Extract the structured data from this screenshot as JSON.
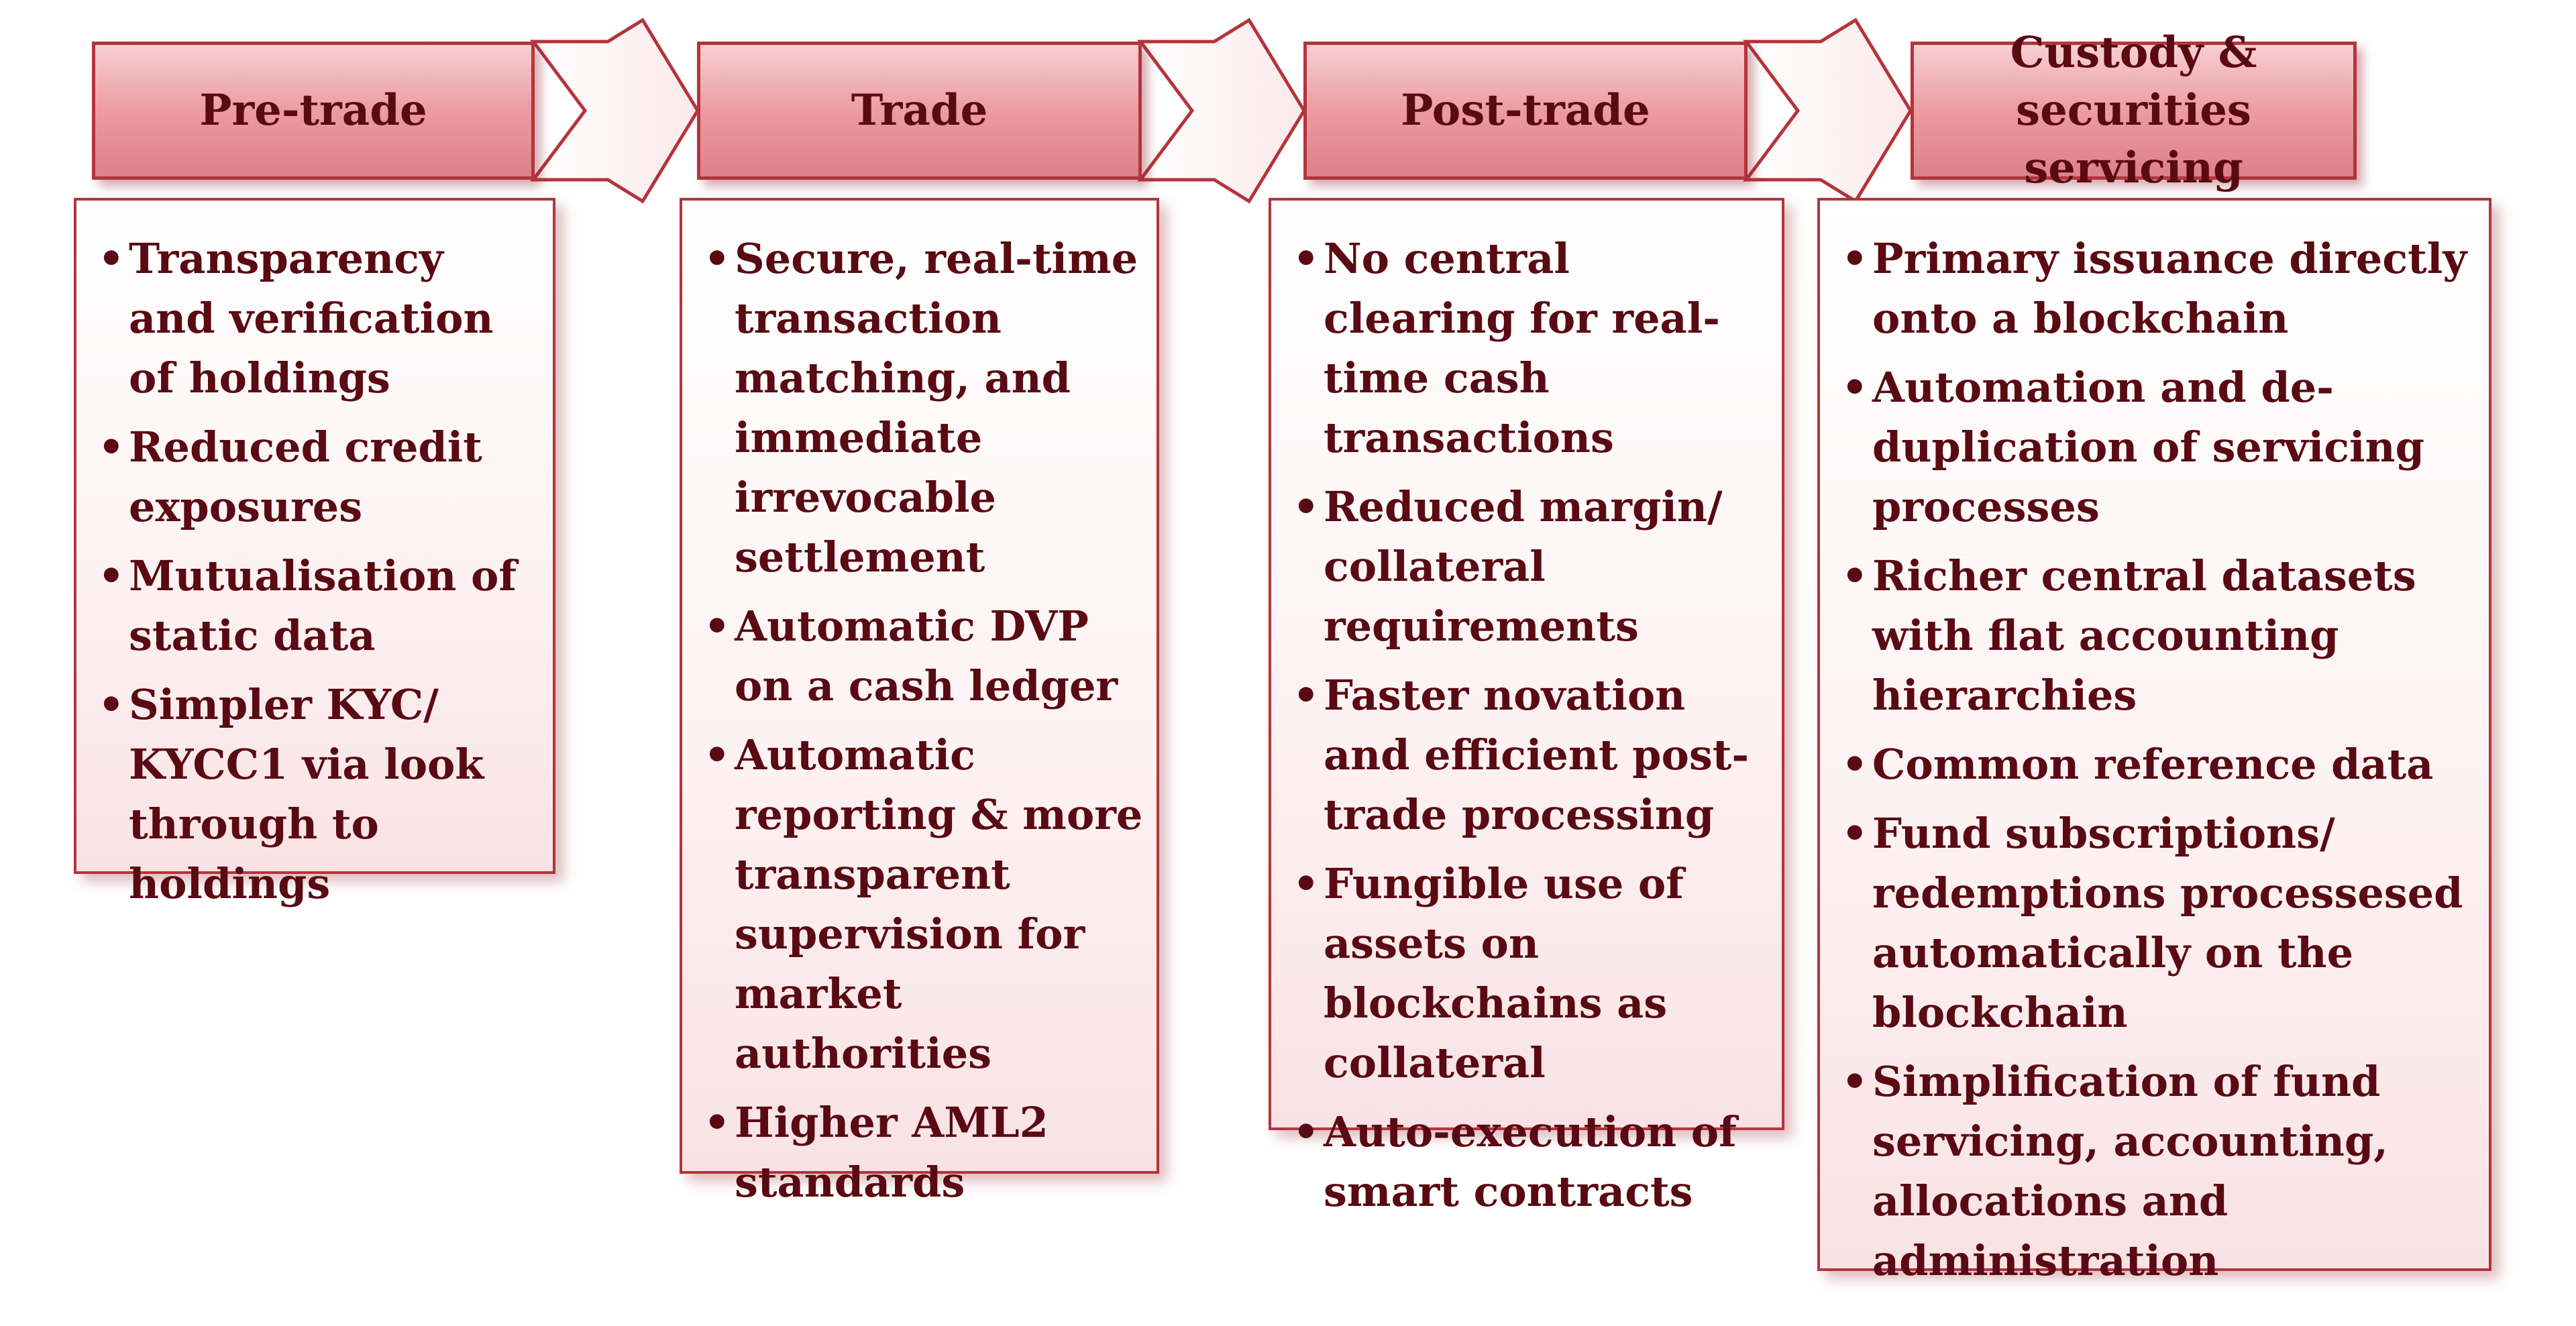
{
  "stages": [
    {
      "title": "Pre-trade",
      "bullets": [
        "Transparency and verification of holdings",
        "Reduced credit exposures",
        "Mutualisation of static data",
        "Simpler KYC/ KYCC1 via look through to holdings"
      ]
    },
    {
      "title": "Trade",
      "bullets": [
        "Secure, real-time transaction matching, and immediate irrevocable settlement",
        "Automatic DVP on a cash ledger",
        "Automatic reporting & more transparent supervision for market authorities",
        "Higher AML2 standards"
      ]
    },
    {
      "title": "Post-trade",
      "bullets": [
        "No central clearing for real-time cash transactions",
        "Reduced margin/ collateral requirements",
        "Faster novation and efficient post-trade processing",
        "Fungible use of assets on blockchains as collateral",
        "Auto-execution of smart contracts"
      ]
    },
    {
      "title": "Custody & securities servicing",
      "bullets": [
        "Primary issuance directly onto a blockchain",
        "Automation and de-duplication of servicing processes",
        "Richer central datasets with flat accounting hierarchies",
        "Common reference data",
        "Fund subscriptions/ redemptions processesed automatically on the blockchain",
        "Simplification of fund servicing, accounting, allocations and administration"
      ]
    }
  ],
  "colors": {
    "border": "#b4343c",
    "text": "#5a0a12",
    "header_fill": "#eb9aa0",
    "card_fill": "#fdf1f2"
  }
}
